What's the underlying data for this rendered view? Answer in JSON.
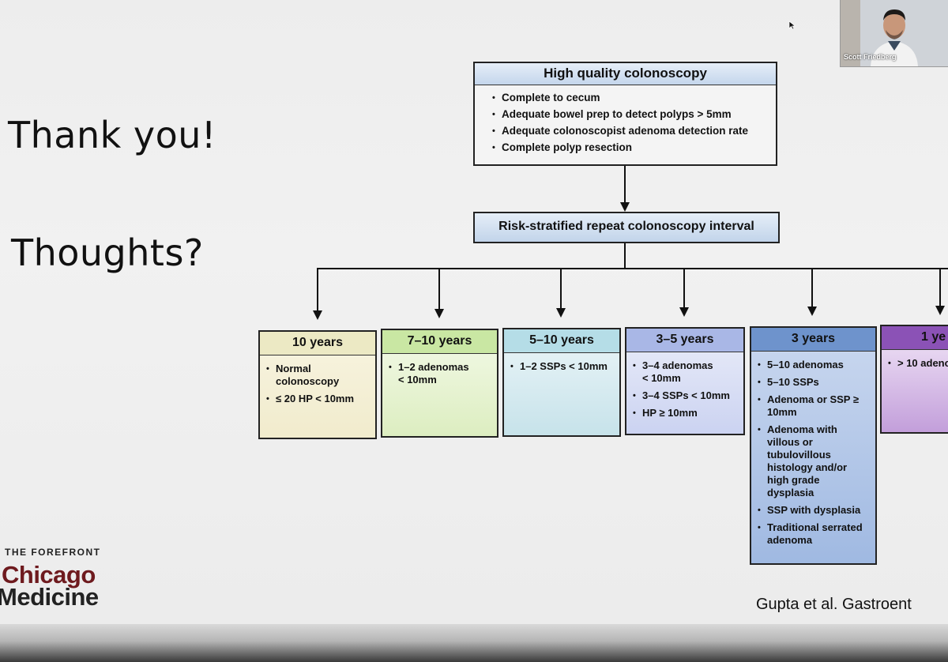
{
  "slide": {
    "heading_line1": "Thank you!",
    "heading_line2": "Thoughts?",
    "citation": "Gupta et al. Gastroent"
  },
  "logo": {
    "tagline": "THE FOREFRONT",
    "word1": "Chicago",
    "word2": "Medicine"
  },
  "video": {
    "participant_name": "Scott Friedberg"
  },
  "flowchart": {
    "top": {
      "title": "High quality colonoscopy",
      "items": [
        "Complete to cecum",
        "Adequate bowel prep to detect polyps > 5mm",
        "Adequate colonoscopist adenoma detection rate",
        "Complete polyp resection"
      ]
    },
    "middle": {
      "title": "Risk-stratified repeat colonoscopy interval"
    },
    "columns": [
      {
        "title": "10 years",
        "items": [
          "Normal colonoscopy",
          "≤ 20 HP < 10mm"
        ]
      },
      {
        "title": "7–10 years",
        "items": [
          "1–2 adenomas < 10mm"
        ]
      },
      {
        "title": "5–10 years",
        "items": [
          "1–2 SSPs < 10mm"
        ]
      },
      {
        "title": "3–5 years",
        "items": [
          "3–4 adenomas < 10mm",
          "3–4 SSPs < 10mm",
          "HP ≥ 10mm"
        ]
      },
      {
        "title": "3 years",
        "items": [
          "5–10 adenomas",
          "5–10 SSPs",
          "Adenoma or SSP ≥ 10mm",
          "Adenoma with villous or tubulovillous histology and/or high grade dysplasia",
          "SSP with dysplasia",
          "Traditional serrated adenoma"
        ]
      },
      {
        "title": "1 ye",
        "items": [
          "> 10 adeno"
        ]
      }
    ]
  },
  "colors": {
    "logo_red": "#6e1a1e",
    "box_header_blue": "#c4d6ec"
  }
}
